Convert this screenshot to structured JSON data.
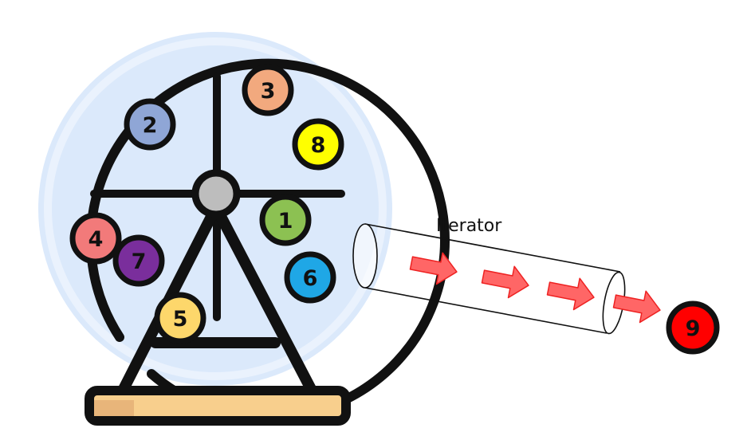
{
  "diagram": {
    "label": "Iterator",
    "balls_in_drum": [
      {
        "number": "3",
        "color": "#f2a97e"
      },
      {
        "number": "2",
        "color": "#8fa6d6"
      },
      {
        "number": "8",
        "color": "#ffff00"
      },
      {
        "number": "1",
        "color": "#8cc152"
      },
      {
        "number": "4",
        "color": "#f27a7a"
      },
      {
        "number": "7",
        "color": "#7a2e9c"
      },
      {
        "number": "6",
        "color": "#1fa7e6"
      },
      {
        "number": "5",
        "color": "#fdd76b"
      }
    ],
    "output_ball": {
      "number": "9",
      "color": "#ff0000"
    },
    "colors": {
      "drum_fill": "#dbe9fb",
      "outline": "#111111",
      "hub": "#bdbdbd",
      "base": "#f8cf8d",
      "base_shade": "#e8b57a",
      "arrow": "#ff6666",
      "arrow_stroke": "#ee2222"
    }
  }
}
